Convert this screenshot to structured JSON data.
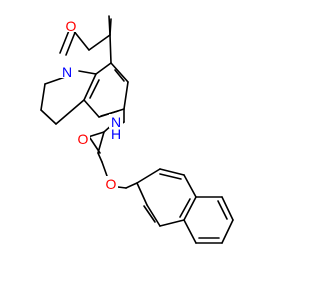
{
  "structure": {
    "atoms": [
      {
        "id": "o-carbonyl-lactam",
        "label": "O",
        "color": "#ff0000"
      },
      {
        "id": "n-lactam",
        "label": "N",
        "color": "#0000ff"
      },
      {
        "id": "n-amide",
        "label": "N",
        "color": "#0000ff"
      },
      {
        "id": "h-amide",
        "label": "H",
        "color": "#0000ff"
      },
      {
        "id": "o-carbonyl-amide",
        "label": "O",
        "color": "#ff0000"
      },
      {
        "id": "o-ether",
        "label": "O",
        "color": "#ff0000"
      }
    ],
    "colors": {
      "bond": "#000000",
      "oxygen": "#ff0000",
      "nitrogen": "#0000ff",
      "background": "#ffffff"
    }
  }
}
